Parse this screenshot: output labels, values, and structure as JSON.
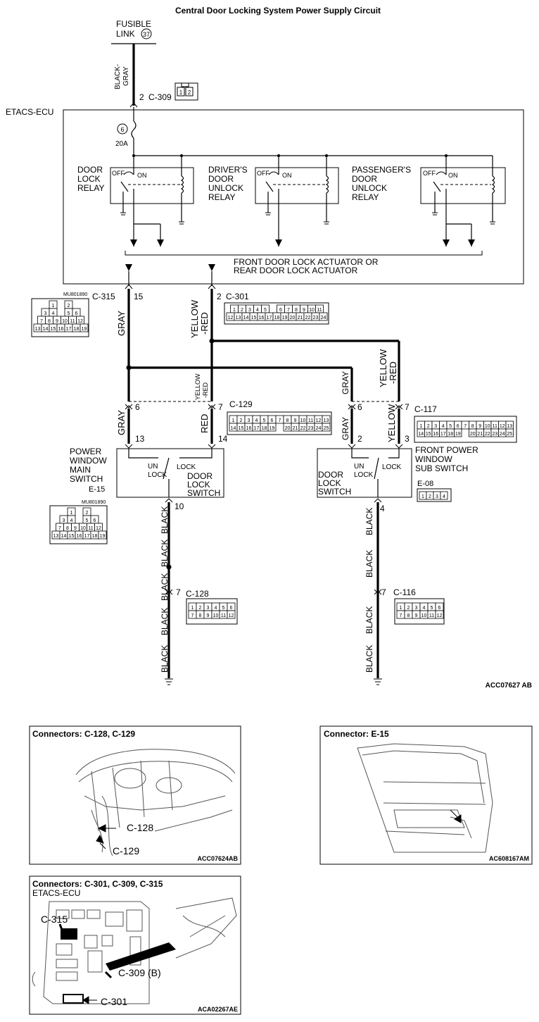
{
  "title": "Central Door Locking System Power Supply Circuit",
  "fusible_link": {
    "line1": "FUSIBLE",
    "line2": "LINK",
    "number": "37"
  },
  "wire_labels": {
    "black_gray_1": "BLACK-",
    "black_gray_2": "GRAY",
    "gray": "GRAY",
    "yellow_red_1": "YELLOW",
    "yellow_red_2": "-RED",
    "red": "RED",
    "yellow": "YELLOW",
    "black": "BLACK"
  },
  "etacs_ecu": "ETACS-ECU",
  "fuse": {
    "number": "6",
    "rating": "20A"
  },
  "relays": {
    "off": "OFF",
    "on": "ON",
    "door_lock": [
      "DOOR",
      "LOCK",
      "RELAY"
    ],
    "driver_unlock": [
      "DRIVER'S",
      "DOOR",
      "UNLOCK",
      "RELAY"
    ],
    "passenger_unlock": [
      "PASSENGER'S",
      "DOOR",
      "UNLOCK",
      "RELAY"
    ]
  },
  "actuator_note": [
    "FRONT DOOR LOCK ACTUATOR OR",
    "REAR DOOR LOCK ACTUATOR"
  ],
  "connectors": {
    "c309": "C-309",
    "c315": "C-315",
    "c301": "C-301",
    "c129": "C-129",
    "c117": "C-117",
    "c128": "C-128",
    "c116": "C-116",
    "e15": "E-15",
    "e08": "E-08",
    "mu_code": "MU801890"
  },
  "pins": {
    "p2a": "2",
    "p15": "15",
    "p2b": "2",
    "p6a": "6",
    "p7a": "7",
    "p6b": "6",
    "p7b": "7",
    "p13": "13",
    "p14": "14",
    "p2c": "2",
    "p3": "3",
    "p10": "10",
    "p4": "4",
    "p7c": "7",
    "p7d": "7"
  },
  "connector_pin_rows": {
    "c315": [
      [
        "1",
        "",
        "2"
      ],
      [
        "3",
        "4",
        "",
        "5",
        "6"
      ],
      [
        "7",
        "8",
        "9",
        "10",
        "11",
        "12"
      ],
      [
        "13",
        "14",
        "15",
        "16",
        "17",
        "18",
        "19"
      ]
    ],
    "c301": [
      [
        "1",
        "2",
        "3",
        "4",
        "5",
        "",
        "6",
        "7",
        "8",
        "9",
        "10",
        "11"
      ],
      [
        "12",
        "13",
        "14",
        "15",
        "16",
        "17",
        "18",
        "19",
        "20",
        "21",
        "22",
        "23",
        "24"
      ]
    ],
    "c129": [
      [
        "1",
        "2",
        "3",
        "4",
        "5",
        "6",
        "7",
        "8",
        "9",
        "10",
        "11",
        "12",
        "13"
      ],
      [
        "14",
        "15",
        "16",
        "17",
        "18",
        "19",
        "",
        "20",
        "21",
        "22",
        "23",
        "24",
        "25"
      ]
    ],
    "c117": [
      [
        "1",
        "2",
        "3",
        "4",
        "5",
        "6",
        "7",
        "8",
        "9",
        "10",
        "11",
        "12",
        "13"
      ],
      [
        "14",
        "15",
        "16",
        "17",
        "18",
        "19",
        "",
        "20",
        "21",
        "22",
        "23",
        "24",
        "25"
      ]
    ],
    "c128": [
      [
        "1",
        "2",
        "3",
        "4",
        "5",
        "6"
      ],
      [
        "7",
        "8",
        "9",
        "10",
        "11",
        "12"
      ]
    ],
    "c116": [
      [
        "1",
        "2",
        "3",
        "4",
        "5",
        "6"
      ],
      [
        "7",
        "8",
        "9",
        "10",
        "11",
        "12"
      ]
    ],
    "e08": [
      "1",
      "2",
      "3",
      "4"
    ],
    "c309": [
      "1",
      "2"
    ]
  },
  "switches": {
    "main": [
      "POWER",
      "WINDOW",
      "MAIN",
      "SWITCH"
    ],
    "sub": [
      "FRONT POWER",
      "WINDOW",
      "SUB SWITCH"
    ],
    "door_lock_switch": [
      "DOOR",
      "LOCK",
      "SWITCH"
    ],
    "unlock_1": "UN",
    "unlock_2": "LOCK",
    "lock": "LOCK"
  },
  "diagram_code": "ACC07627 AB",
  "panels": {
    "p1": {
      "title": "Connectors: C-128, C-129",
      "call1": "C-128",
      "call2": "C-129",
      "code": "ACC07624AB"
    },
    "p2": {
      "title": "Connector: E-15",
      "code": "AC608167AM"
    },
    "p3": {
      "title": "Connectors: C-301, C-309, C-315",
      "sub": "ETACS-ECU",
      "call1": "C-315",
      "call2": "C-309 (B)",
      "call3": "C-301",
      "code": "ACA02267AE"
    }
  }
}
